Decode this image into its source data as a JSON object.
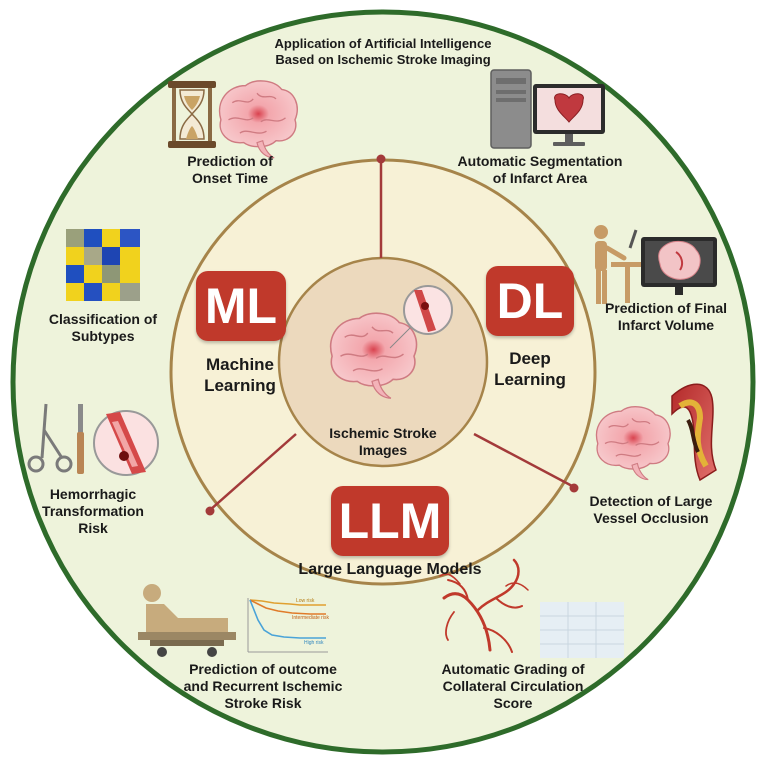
{
  "title": {
    "line1": "Application of Artificial Intelligence",
    "line2": "Based on Ischemic Stroke Imaging"
  },
  "methods": {
    "ml": {
      "abbr": "ML",
      "line1": "Machine",
      "line2": "Learning"
    },
    "dl": {
      "abbr": "DL",
      "line1": "Deep",
      "line2": "Learning"
    },
    "llm": {
      "abbr": "LLM",
      "line1": "Large Language Models"
    }
  },
  "center": {
    "line1": "Ischemic Stroke",
    "line2": "Images"
  },
  "applications": {
    "onset": {
      "line1": "Prediction of",
      "line2": "Onset Time"
    },
    "segmentation": {
      "line1": "Automatic Segmentation",
      "line2": "of Infarct Area"
    },
    "subtypes": {
      "line1": "Classification of",
      "line2": "Subtypes"
    },
    "final_volume": {
      "line1": "Prediction of Final",
      "line2": "Infarct Volume"
    },
    "hemorrhagic": {
      "line1": "Hemorrhagic",
      "line2": "Transformation",
      "line3": "Risk"
    },
    "lvo": {
      "line1": "Detection of Large",
      "line2": "Vessel Occlusion"
    },
    "outcome": {
      "line1": "Prediction of outcome",
      "line2": "and Recurrent Ischemic",
      "line3": "Stroke Risk"
    },
    "collateral": {
      "line1": "Automatic Grading of",
      "line2": "Collateral Circulation",
      "line3": "Score"
    }
  },
  "km_chart": {
    "type": "line",
    "series": [
      {
        "name": "Low risk",
        "color": "#e0a030"
      },
      {
        "name": "Intermediate risk",
        "color": "#e07b2a"
      },
      {
        "name": "High risk",
        "color": "#4aa3d8"
      }
    ]
  },
  "colors": {
    "outer_fill": "#eef3db",
    "outer_border": "#2e6b2a",
    "inner_fill": "#f7f1d6",
    "inner_border": "#a6844a",
    "badge": "#c0392b",
    "connector": "#a33a3a"
  }
}
